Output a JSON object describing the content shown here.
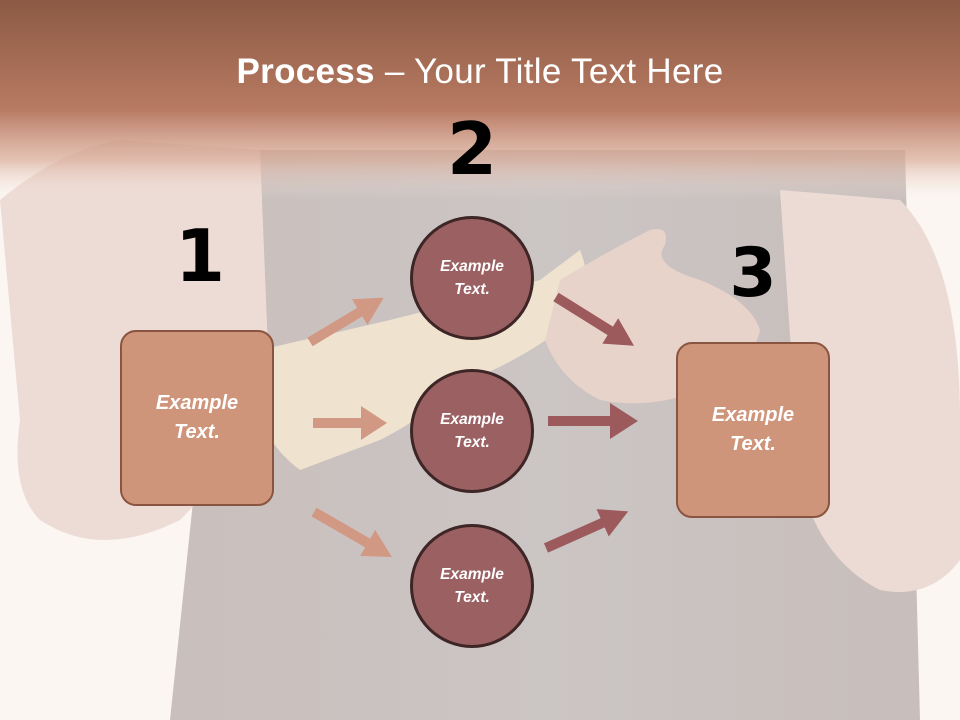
{
  "title": {
    "bold": "Process",
    "rest": " – Your Title Text Here"
  },
  "steps": [
    {
      "number": "1",
      "text_line1": "Example",
      "text_line2": "Text."
    },
    {
      "number": "2"
    },
    {
      "number": "3",
      "text_line1": "Example",
      "text_line2": "Text."
    }
  ],
  "middle_nodes": [
    {
      "text_line1": "Example",
      "text_line2": "Text."
    },
    {
      "text_line1": "Example",
      "text_line2": "Text."
    },
    {
      "text_line1": "Example",
      "text_line2": "Text."
    }
  ],
  "colors": {
    "banner": "#a0604a",
    "box_fill": "#cf957b",
    "circle_fill": "#9a6062",
    "arrow_light": "#d19883",
    "arrow_dark": "#9c5a5c"
  }
}
